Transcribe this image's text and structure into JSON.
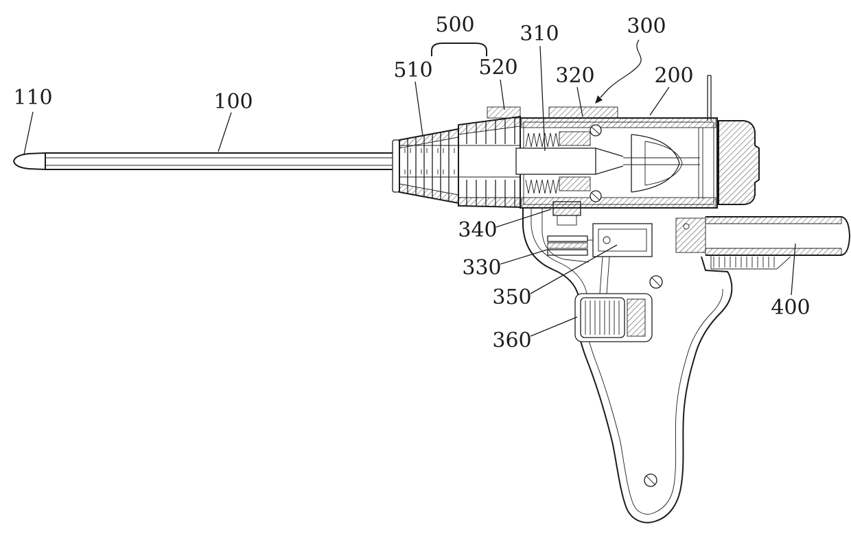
{
  "figure": {
    "background": "#ffffff",
    "line_color": "#1b1b1b",
    "labels": {
      "l110": "110",
      "l100": "100",
      "l500": "500",
      "l510": "510",
      "l520": "520",
      "l310": "310",
      "l300": "300",
      "l320": "320",
      "l200": "200",
      "l340": "340",
      "l330": "330",
      "l350": "350",
      "l360": "360",
      "l400": "400"
    }
  }
}
